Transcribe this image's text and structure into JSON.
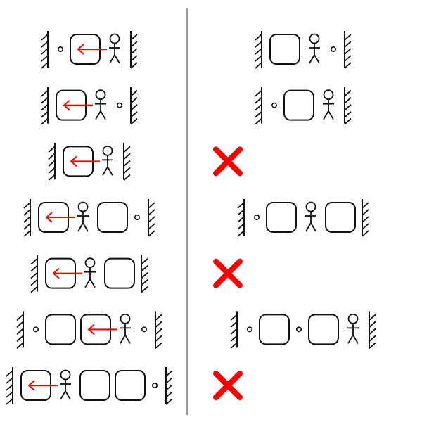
{
  "colors": {
    "ink": "#111111",
    "arrow": "#ff0000",
    "cross": "#ff0000",
    "divider": "#999999"
  },
  "rows": [
    {
      "before": [
        "wall",
        "dot",
        "box-pushed",
        "person",
        "wall"
      ],
      "after": {
        "kind": "sequence",
        "items": [
          "wall",
          "box",
          "person",
          "dot",
          "wall"
        ]
      }
    },
    {
      "before": [
        "wall",
        "box-pushed",
        "person",
        "dot",
        "wall"
      ],
      "after": {
        "kind": "sequence",
        "items": [
          "wall",
          "dot",
          "box",
          "person",
          "wall"
        ]
      }
    },
    {
      "before": [
        "wall",
        "box-pushed",
        "person",
        "wall"
      ],
      "after": {
        "kind": "cross"
      }
    },
    {
      "before": [
        "wall",
        "box-pushed",
        "person",
        "box",
        "dot",
        "wall"
      ],
      "after": {
        "kind": "sequence",
        "items": [
          "wall",
          "dot",
          "box",
          "person",
          "box",
          "wall"
        ]
      }
    },
    {
      "before": [
        "wall",
        "box-pushed",
        "person",
        "box",
        "wall"
      ],
      "after": {
        "kind": "cross"
      }
    },
    {
      "before": [
        "wall",
        "dot",
        "box",
        "box-pushed",
        "person",
        "dot",
        "wall"
      ],
      "after": {
        "kind": "sequence",
        "items": [
          "wall",
          "dot",
          "box",
          "dot",
          "box",
          "person",
          "wall"
        ]
      }
    },
    {
      "before": [
        "wall",
        "box-pushed",
        "person",
        "box",
        "box",
        "dot",
        "wall"
      ],
      "after": {
        "kind": "cross"
      }
    }
  ]
}
